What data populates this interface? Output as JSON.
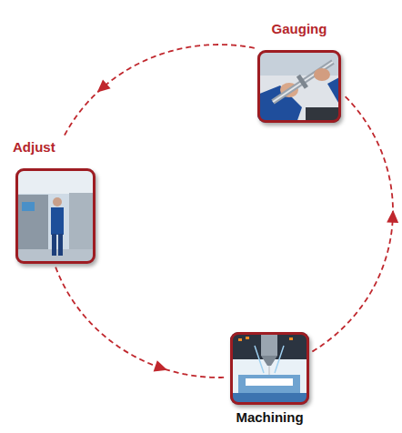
{
  "diagram": {
    "nodes": [
      {
        "text": [
          "Gauging"
        ]
      },
      {
        "text": [
          "Adjust"
        ]
      },
      {
        "text": [
          "Machining"
        ]
      }
    ],
    "edges": [
      {
        "from": 0,
        "to": 1,
        "arrow": "to"
      },
      {
        "from": 1,
        "to": 2,
        "arrow": "to"
      },
      {
        "from": 2,
        "to": 0,
        "arrow": "to"
      }
    ]
  }
}
